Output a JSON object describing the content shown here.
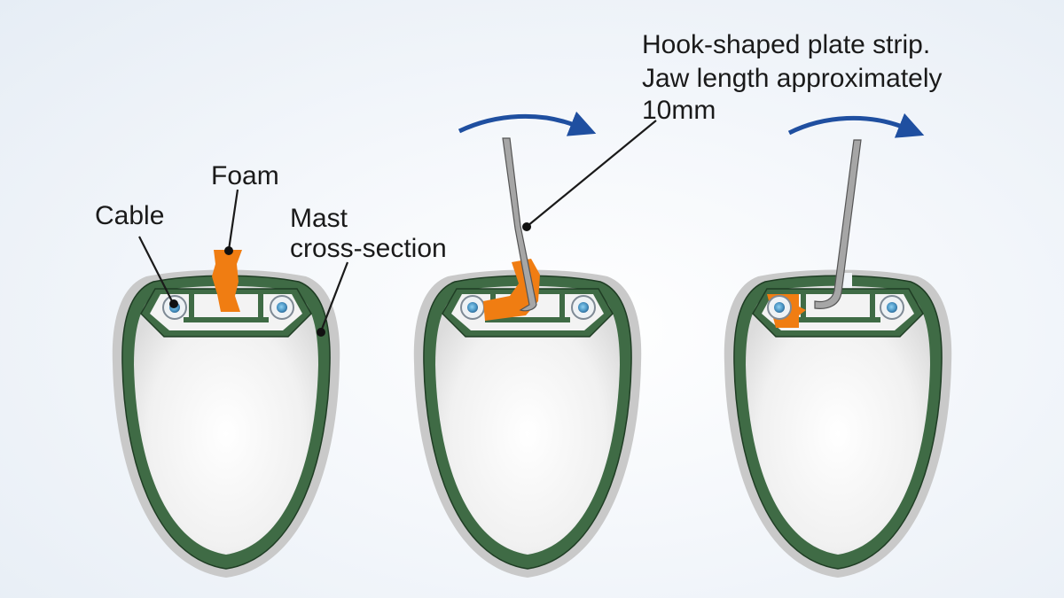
{
  "labels": {
    "foam": "Foam",
    "cable": "Cable",
    "mast_line1": "Mast",
    "mast_line2": "cross-section",
    "hook_line1": "Hook-shaped plate strip.",
    "hook_line2": "Jaw length approximately",
    "hook_line3": "10mm"
  },
  "colors": {
    "mast_wall": "#3f6b45",
    "mast_outline": "#1f3d24",
    "mast_halo": "#c9c9c9",
    "foam": "#f07d12",
    "strip": "#a6a6a6",
    "arrow": "#1f4fa0",
    "cable_ring": "#7f8a95",
    "cable_core": "#5aa9d6"
  },
  "icons": {
    "rotation_arrow": "curved-arrow-right-icon",
    "cable": "cable-circle-icon"
  }
}
